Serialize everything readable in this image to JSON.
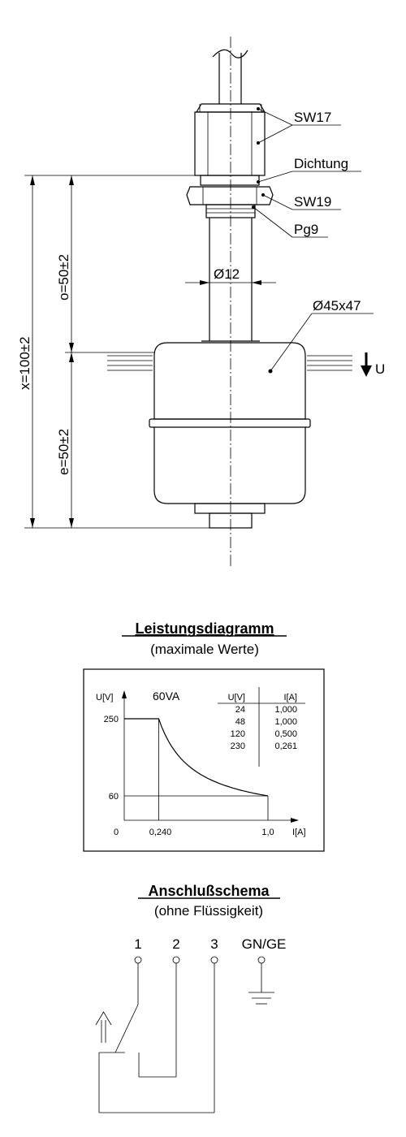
{
  "top_drawing": {
    "labels": {
      "sw17": "SW17",
      "dichtung": "Dichtung",
      "sw19": "SW19",
      "pg9": "Pg9",
      "d12": "Ø12",
      "d45": "Ø45x47",
      "u_arrow": "U"
    },
    "dimensions": {
      "x": "x=100±2",
      "o": "o=50±2",
      "e": "e=50±2"
    }
  },
  "performance": {
    "title": "Leistungsdiagramm",
    "subtitle": "(maximale Werte)",
    "power_label": "60VA",
    "table": {
      "headers": [
        "U[V]",
        "I[A]"
      ],
      "rows": [
        [
          "24",
          "1,000"
        ],
        [
          "48",
          "1,000"
        ],
        [
          "120",
          "0,500"
        ],
        [
          "230",
          "0,261"
        ]
      ]
    }
  },
  "chart_data": {
    "type": "line",
    "ylabel": "U[V]",
    "xlabel": "I[A]",
    "x_ticks": [
      "0",
      "0,240",
      "1,0"
    ],
    "y_ticks": [
      "250",
      "60"
    ],
    "x": [
      0,
      0.24,
      0.3,
      0.4,
      0.5,
      0.6,
      0.7,
      0.8,
      0.9,
      1.0
    ],
    "y": [
      250,
      250,
      200,
      150,
      120,
      100,
      86,
      75,
      67,
      60
    ],
    "xlim": [
      0,
      1.1
    ],
    "ylim": [
      0,
      275
    ]
  },
  "connection": {
    "title": "Anschlußschema",
    "subtitle": "(ohne Flüssigkeit)",
    "terminals": [
      "1",
      "2",
      "3",
      "GN/GE"
    ]
  }
}
